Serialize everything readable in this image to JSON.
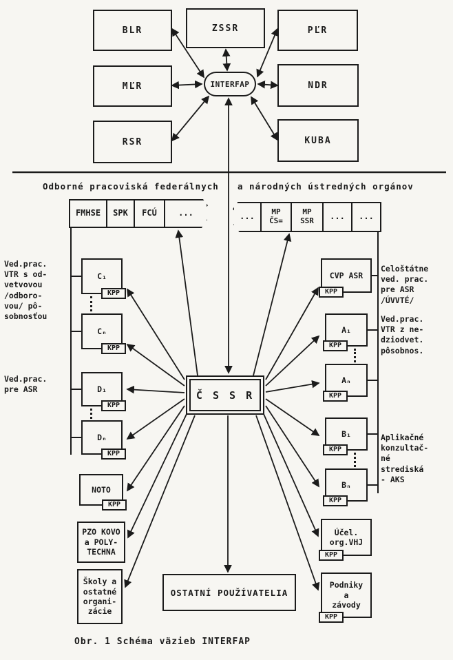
{
  "scan": {
    "caption": "Obr. 1  Schéma väzieb INTERFAP"
  },
  "top": {
    "hub_label": "INTERFAP",
    "countries": [
      {
        "label": "BLR"
      },
      {
        "label": "ZSSR"
      },
      {
        "label": "PĽR"
      },
      {
        "label": "MĽR"
      },
      {
        "label": "NDR"
      },
      {
        "label": "RSR"
      },
      {
        "label": "KUBA"
      }
    ]
  },
  "headers": {
    "left": "Odborné pracoviská federálnych",
    "right": "a národných ústredných orgánov"
  },
  "strips": {
    "left_cells": [
      "FMHSE",
      "SPK",
      "FCÚ",
      "..."
    ],
    "right_cells": [
      "...",
      "MP\nČS=",
      "MP\nSSR",
      "...",
      "..."
    ]
  },
  "center": {
    "label": "Č S S R"
  },
  "bottom_box": {
    "label": "OSTATNÍ POUŽÍVATELIA"
  },
  "left_column": [
    {
      "label": "C₁",
      "kpp": "KPP"
    },
    {
      "label": "Cₙ",
      "kpp": "KPP"
    },
    {
      "label": "D₁",
      "kpp": "KPP"
    },
    {
      "label": "Dₙ",
      "kpp": "KPP"
    },
    {
      "label": "NOTO",
      "kpp": "KPP"
    },
    {
      "label": "PZO KOVO\na POLY-\nTECHNA"
    },
    {
      "label": "Školy a\nostatné\norgani-\nzácie"
    }
  ],
  "right_column": [
    {
      "label": "CVP ASR",
      "kpp": "KPP"
    },
    {
      "label": "A₁",
      "kpp": "KPP"
    },
    {
      "label": "Aₙ",
      "kpp": "KPP"
    },
    {
      "label": "B₁",
      "kpp": "KPP"
    },
    {
      "label": "Bₙ",
      "kpp": "KPP"
    },
    {
      "label": "Účel.\norg.VHJ",
      "kpp": "KPP"
    },
    {
      "label": "Podniky\na\nzávody",
      "kpp": "KPP"
    }
  ],
  "side_labels": {
    "left": [
      "Ved.prac.\nVTR s od-\nvetvovou\n/odboro-\nvou/ pô-\nsobnosťou",
      "Ved.prac.\npre ASR"
    ],
    "right": [
      "Celoštátne\nved. prac.\npre ASR\n/ÚVVTÉ/",
      "Ved.prac.\nVTR z ne-\ndziodvet.\npôsobnos.",
      "Aplikačné\nkonzultač-\nné\nstrediská\n- AKS"
    ]
  },
  "colors": {
    "ink": "#1b1b1b",
    "paper": "#f7f6f2"
  }
}
